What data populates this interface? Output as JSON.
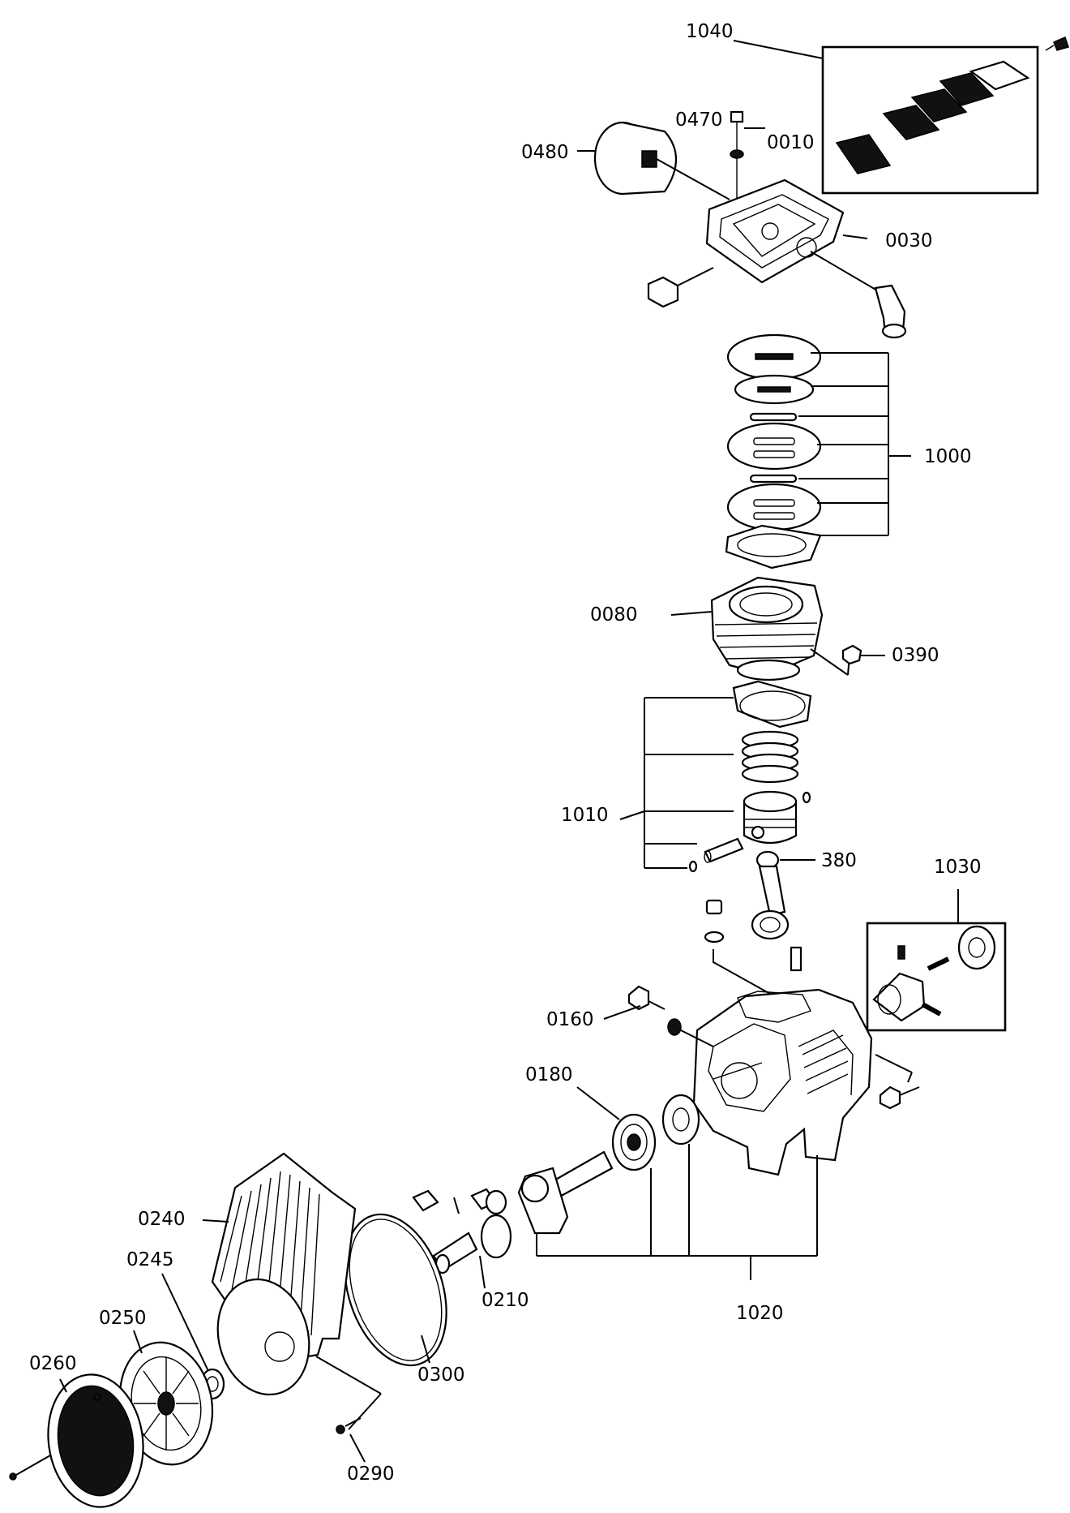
{
  "diagram": {
    "colors": {
      "line": "#000000",
      "background": "#ffffff"
    },
    "labels": {
      "p1040": "1040",
      "p0470": "0470",
      "p0010": "0010",
      "p0480": "0480",
      "p0030": "0030",
      "p1000": "1000",
      "p0080": "0080",
      "p0390": "0390",
      "p1010": "1010",
      "p380": "380",
      "p1030": "1030",
      "p0160": "0160",
      "p0180": "0180",
      "p0240": "0240",
      "p0245": "0245",
      "p0250": "0250",
      "p0260": "0260",
      "p0210": "0210",
      "p0300": "0300",
      "p1020": "1020",
      "p0290": "0290"
    }
  }
}
